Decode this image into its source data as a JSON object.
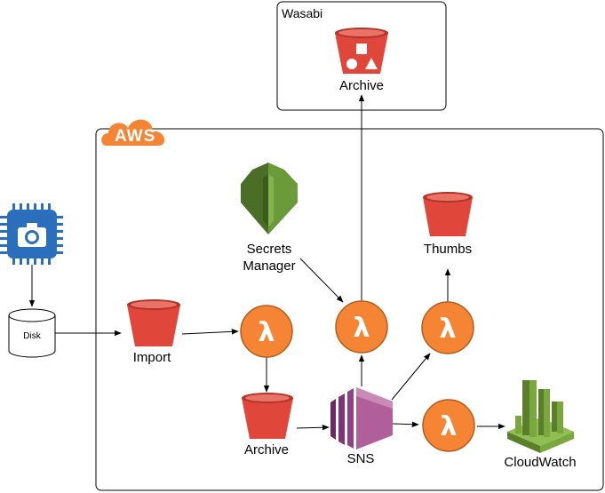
{
  "groups": {
    "wasabi": {
      "label": "Wasabi"
    },
    "aws": {
      "label": "AWS"
    }
  },
  "nodes": {
    "camera": {
      "icon": "camera-chip-icon"
    },
    "disk": {
      "label": "Disk"
    },
    "import_bucket": {
      "label": "Import",
      "icon": "s3-bucket-icon"
    },
    "lambda_import": {
      "icon": "lambda-icon"
    },
    "archive_bucket": {
      "label": "Archive",
      "icon": "s3-bucket-icon"
    },
    "secrets_manager": {
      "label_line1": "Secrets",
      "label_line2": "Manager",
      "icon": "secrets-manager-icon"
    },
    "lambda_archive": {
      "icon": "lambda-icon"
    },
    "lambda_thumbs": {
      "icon": "lambda-icon"
    },
    "thumbs_bucket": {
      "label": "Thumbs",
      "icon": "s3-bucket-icon"
    },
    "sns": {
      "label": "SNS",
      "icon": "sns-icon"
    },
    "lambda_cloudwatch": {
      "icon": "lambda-icon"
    },
    "cloudwatch": {
      "label": "CloudWatch",
      "icon": "cloudwatch-icon"
    },
    "wasabi_archive": {
      "label": "Archive",
      "icon": "wasabi-bucket-icon"
    }
  },
  "colors": {
    "bucket_red": "#e0463a",
    "lambda_orange": "#f58534",
    "aws_orange": "#f58534",
    "secrets_green": "#6a9a3a",
    "sns_purple": "#b05f9b",
    "cloudwatch_green": "#7aa83e",
    "camera_blue": "#2a6ebc"
  }
}
